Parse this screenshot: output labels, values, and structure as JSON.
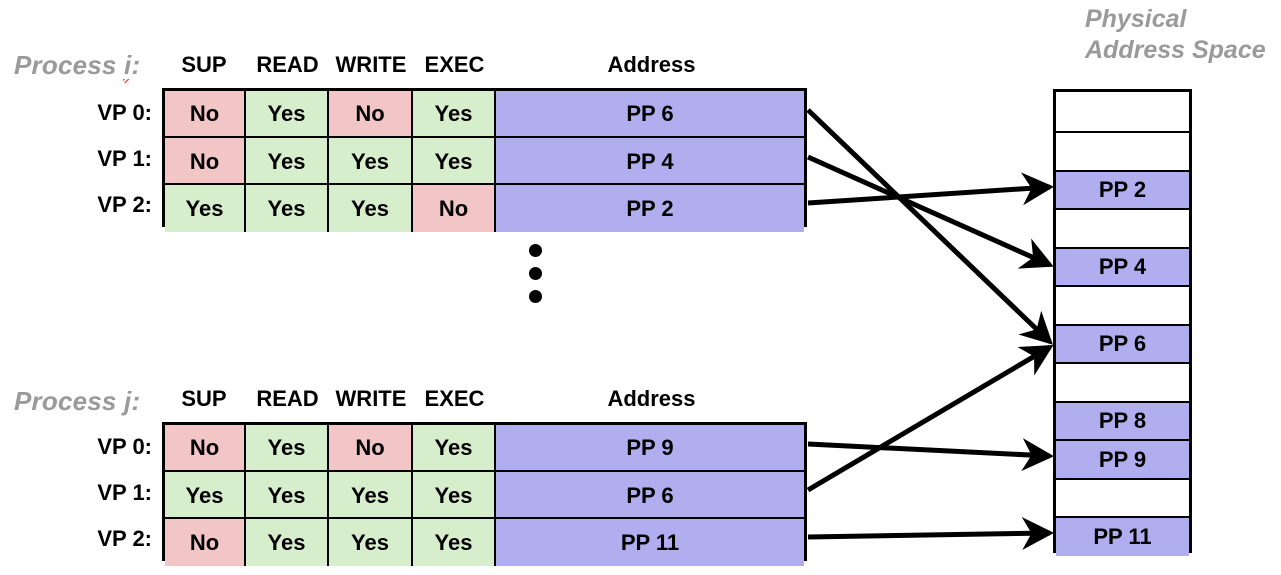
{
  "columns": [
    "SUP",
    "READ",
    "WRITE",
    "EXEC",
    "Address"
  ],
  "processes": [
    {
      "label_text": "Process ",
      "label_var": "i",
      "label_colon": ":",
      "rows": [
        {
          "name": "VP 0:",
          "sup": "No",
          "read": "Yes",
          "write": "No",
          "exec": "Yes",
          "address": "PP 6"
        },
        {
          "name": "VP 1:",
          "sup": "No",
          "read": "Yes",
          "write": "Yes",
          "exec": "Yes",
          "address": "PP 4"
        },
        {
          "name": "VP 2:",
          "sup": "Yes",
          "read": "Yes",
          "write": "Yes",
          "exec": "No",
          "address": "PP 2"
        }
      ]
    },
    {
      "label_text": "Process ",
      "label_var": "j",
      "label_colon": ":",
      "rows": [
        {
          "name": "VP 0:",
          "sup": "No",
          "read": "Yes",
          "write": "No",
          "exec": "Yes",
          "address": "PP 9"
        },
        {
          "name": "VP 1:",
          "sup": "Yes",
          "read": "Yes",
          "write": "Yes",
          "exec": "Yes",
          "address": "PP 6"
        },
        {
          "name": "VP 2:",
          "sup": "No",
          "read": "Yes",
          "write": "Yes",
          "exec": "Yes",
          "address": "PP 11"
        }
      ]
    }
  ],
  "ellipsis": "vertical-ellipsis",
  "physical_address_space": {
    "title_line1": "Physical",
    "title_line2": "Address Space",
    "frames": [
      {
        "index": 0,
        "label": "",
        "used": false
      },
      {
        "index": 1,
        "label": "",
        "used": false
      },
      {
        "index": 2,
        "label": "PP 2",
        "used": true
      },
      {
        "index": 3,
        "label": "",
        "used": false
      },
      {
        "index": 4,
        "label": "PP 4",
        "used": true
      },
      {
        "index": 5,
        "label": "",
        "used": false
      },
      {
        "index": 6,
        "label": "PP 6",
        "used": true
      },
      {
        "index": 7,
        "label": "",
        "used": false
      },
      {
        "index": 8,
        "label": "PP 8",
        "used": true
      },
      {
        "index": 9,
        "label": "PP 9",
        "used": true
      },
      {
        "index": 10,
        "label": "",
        "used": false
      },
      {
        "index": 11,
        "label": "PP 11",
        "used": true
      }
    ]
  },
  "mappings": [
    {
      "from": "process-i VP 0",
      "to": "PP 6"
    },
    {
      "from": "process-i VP 1",
      "to": "PP 4"
    },
    {
      "from": "process-i VP 2",
      "to": "PP 2"
    },
    {
      "from": "process-j VP 0",
      "to": "PP 9"
    },
    {
      "from": "process-j VP 1",
      "to": "PP 6"
    },
    {
      "from": "process-j VP 2",
      "to": "PP 11"
    }
  ],
  "colors": {
    "no": "#F2C6C6",
    "yes": "#D7EECD",
    "address": "#B0AEEE",
    "label_gray": "#9A9A9A",
    "border": "#000000",
    "spellcheck_underline": "#E03A3A"
  }
}
